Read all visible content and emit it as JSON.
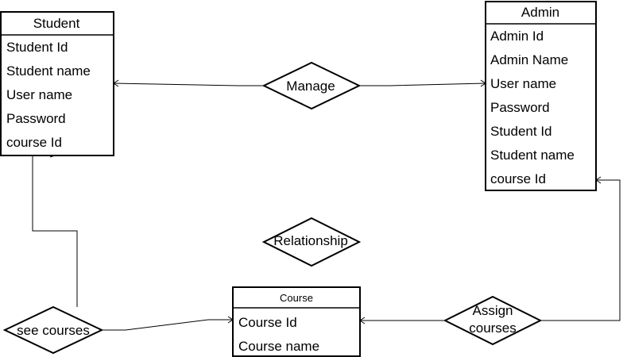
{
  "entities": {
    "student": {
      "title": "Student",
      "attributes": [
        "Student Id",
        "Student name",
        "User name",
        "Password",
        "course Id"
      ]
    },
    "admin": {
      "title": "Admin",
      "attributes": [
        "Admin Id",
        "Admin Name",
        "User name",
        "Password",
        "Student Id",
        "Student name",
        "course Id"
      ]
    },
    "course": {
      "title": "Course",
      "attributes": [
        "Course Id",
        "Course name"
      ]
    }
  },
  "relationships": {
    "manage": "Manage",
    "relationship": "Relationship",
    "see_courses": "see courses",
    "assign_courses": [
      "Assign",
      "courses"
    ]
  },
  "colors": {
    "stroke": "#000000",
    "background": "#ffffff"
  }
}
